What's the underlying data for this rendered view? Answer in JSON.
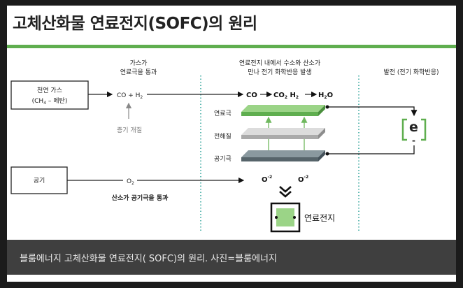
{
  "title": "고체산화물 연료전지(SOFC)의 원리",
  "columns": {
    "col1_line1": "가스가",
    "col1_line2": "연료극을 통과",
    "col2_line1": "연료전지 내에서 수소와 산소가",
    "col2_line2": "만나 전기 화학반응 발생",
    "col3": "발전 (전기 화학반응)"
  },
  "inputs": {
    "natural_gas_line1": "천연 가스",
    "natural_gas_ch": "(CH",
    "natural_gas_4": "4",
    "natural_gas_rest": " – 메탄)",
    "air": "공기"
  },
  "labels": {
    "co_h2": "CO + H",
    "co_h2_sub": "2",
    "steam_reforming": "증기 개질",
    "o2": "O",
    "o2_sub": "2",
    "oxygen_passes": "산소가 공기극을 통과",
    "reaction_co": "CO",
    "reaction_co2": "CO",
    "reaction_co2_sub": "2",
    "reaction_h2": " H",
    "reaction_h2_sub": "2",
    "reaction_h2o": "H",
    "reaction_h2o_sub": "2",
    "reaction_h2o_o": "O",
    "anode": "연료극",
    "electrolyte": "전해질",
    "cathode": "공기극",
    "o_ion_left": "O",
    "o_ion_left_sup": "-2",
    "o_ion_right": "O",
    "o_ion_right_sup": "-2",
    "electron": "e",
    "electron_sign": "-",
    "fuel_cell": "연료전지"
  },
  "colors": {
    "accent_green": "#5fae4f",
    "anode": "#7fc36b",
    "electrolyte": "#c8c8c8",
    "cathode": "#6c7a80",
    "dotted_divider": "#3aa9a0"
  },
  "caption": "블룸에너지 고체산화물 연료전지( SOFC)의 원리. 사진=블룸에너지"
}
